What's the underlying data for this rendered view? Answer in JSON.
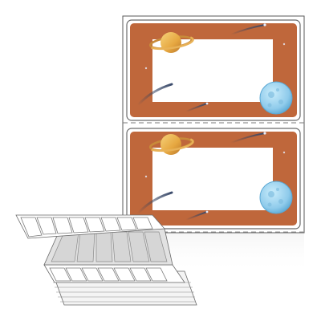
{
  "product": {
    "label_count_visible": 2,
    "label_theme": "space",
    "colors": {
      "frame": "#c46a3e",
      "frame_dark": "#a9542c",
      "window": "#ffffff",
      "planet": "#e9b04a",
      "moon": "#8fcbeb",
      "liner": "#ffffff",
      "liner_border": "#5a5a5a",
      "stack": "#d8d8d8"
    },
    "icons": [
      "saturn-planet-icon",
      "moon-icon",
      "comet-streak-icon"
    ],
    "perforation": "dashed"
  }
}
